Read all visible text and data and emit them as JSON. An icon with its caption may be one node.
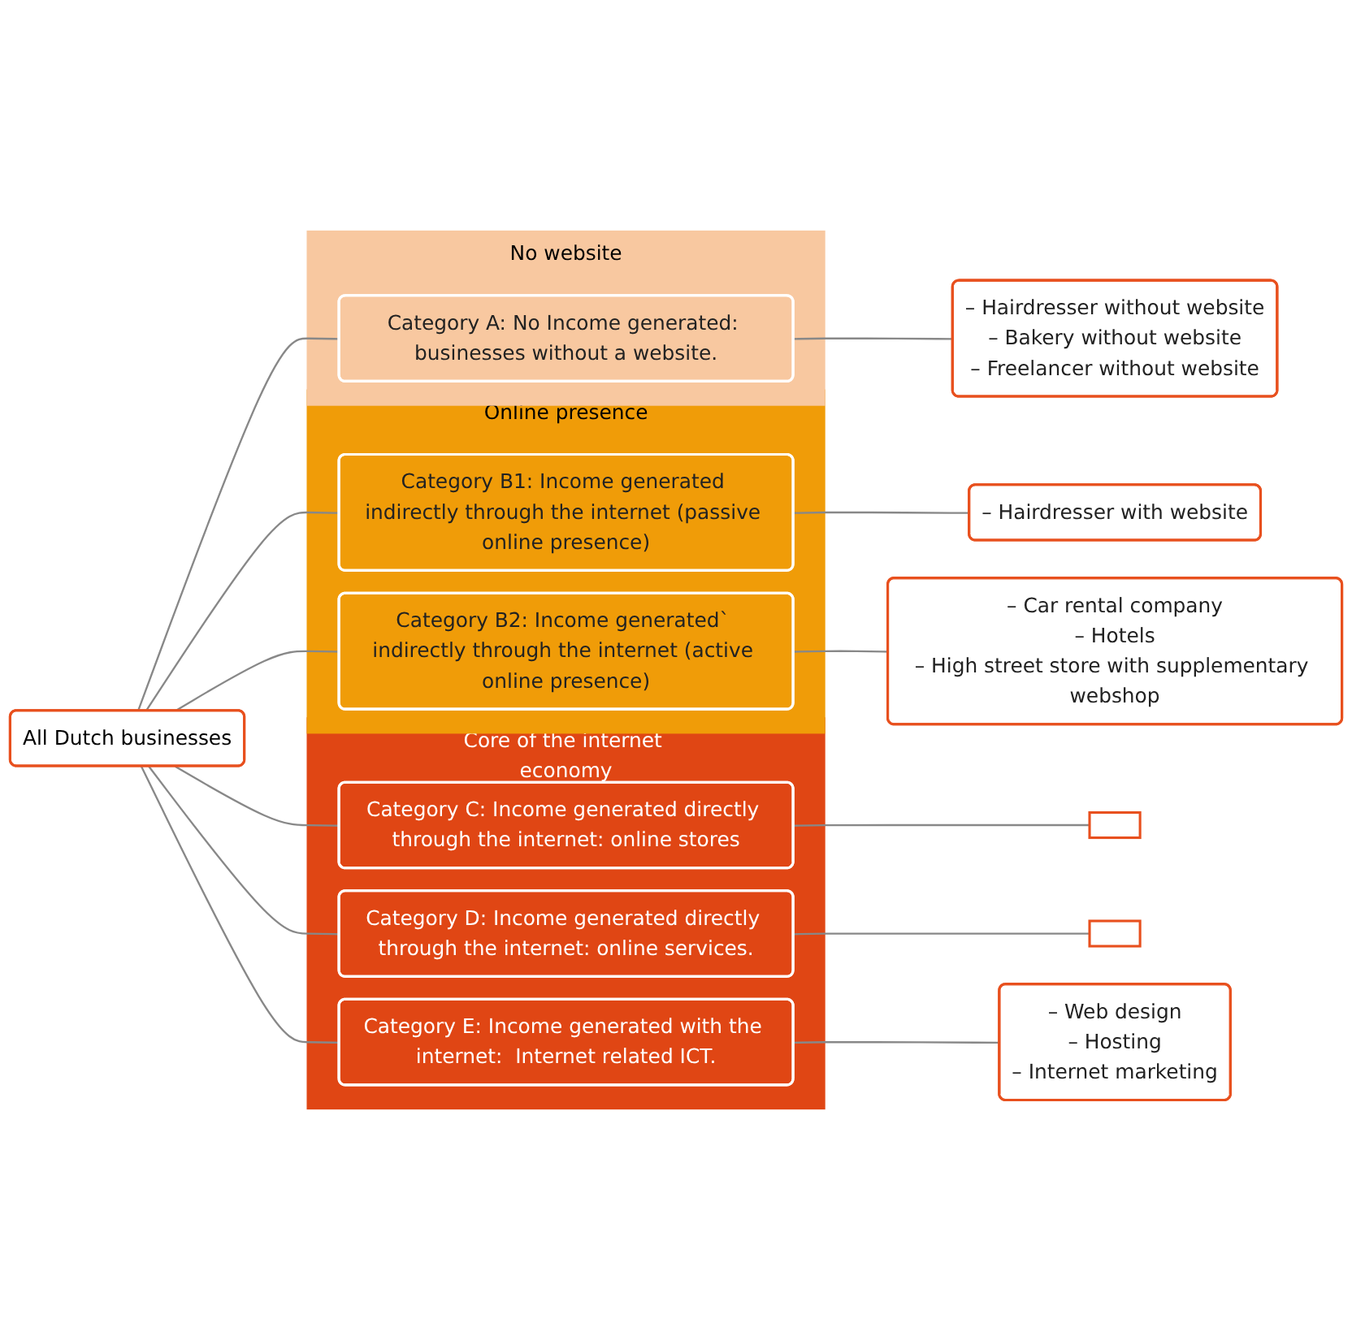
{
  "diagram": {
    "nodes": [
      {
        "text": [
          "All Dutch businesses"
        ]
      },
      {
        "text": [
          "No website"
        ]
      },
      {
        "text": [
          "Category A: No Income generated: businesses without a website."
        ],
        "in": 1
      },
      {
        "text": [
          "– Hairdresser without website",
          "– Bakery without website",
          "– Freelancer without website"
        ]
      },
      {
        "text": [
          "Online presence"
        ]
      },
      {
        "text": [
          "Category B1: Income generated indirectly through the internet (passive online presence)"
        ],
        "in": 4
      },
      {
        "text": [
          "– Hairdresser with website"
        ]
      },
      {
        "text": [
          "Category B2: Income generated` indirectly through the internet (active online presence)"
        ],
        "in": 4
      },
      {
        "text": [
          "– Car rental company",
          "– Hotels",
          "– High street store with supplementary webshop"
        ]
      },
      {
        "text": [
          "Core of the internet economy"
        ]
      },
      {
        "text": [
          "Category C: Income generated directly through the internet: online stores"
        ],
        "in": 9
      },
      {
        "text": [],
        "shape": "box"
      },
      {
        "text": [
          "Category D: Income generated directly through the internet: online services."
        ],
        "in": 9
      },
      {
        "text": [],
        "shape": "box"
      },
      {
        "text": [
          "Category E: Income generated with the internet:  Internet related ICT."
        ],
        "in": 9
      },
      {
        "text": [
          "– Web design",
          "– Hosting",
          "– Internet marketing"
        ]
      }
    ],
    "edges": [
      {
        "from": 0,
        "to": 2,
        "arrow": "none"
      },
      {
        "from": 0,
        "to": 5,
        "arrow": "none"
      },
      {
        "from": 0,
        "to": 7,
        "arrow": "none"
      },
      {
        "from": 0,
        "to": 10,
        "arrow": "none"
      },
      {
        "from": 0,
        "to": 12,
        "arrow": "none"
      },
      {
        "from": 0,
        "to": 14,
        "arrow": "none"
      },
      {
        "from": 2,
        "to": 3,
        "arrow": "none"
      },
      {
        "from": 5,
        "to": 6,
        "arrow": "none"
      },
      {
        "from": 7,
        "to": 8,
        "arrow": "none"
      },
      {
        "from": 10,
        "to": 11,
        "arrow": "none"
      },
      {
        "from": 12,
        "to": 13,
        "arrow": "none"
      },
      {
        "from": 14,
        "to": 15,
        "arrow": "none"
      }
    ]
  }
}
